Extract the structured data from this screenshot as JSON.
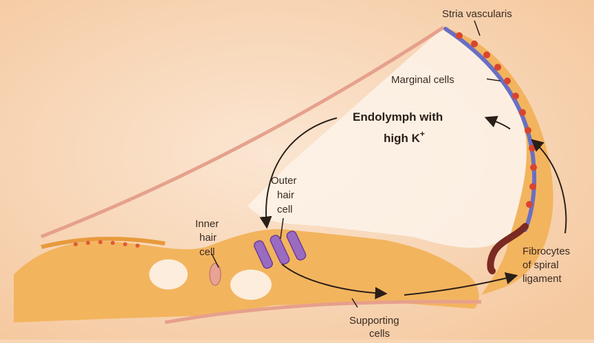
{
  "title": {
    "line1": "Endolymph with",
    "line2_prefix": "high K",
    "line2_sup": "+"
  },
  "labels": {
    "stria_vascularis": "Stria vascularis",
    "marginal_cells": "Marginal cells",
    "outer_hair_cell": [
      "Outer",
      "hair",
      "cell"
    ],
    "inner_hair_cell": [
      "Inner",
      "hair",
      "cell"
    ],
    "fibrocytes": [
      "Fibrocytes",
      "of spiral",
      "ligament"
    ],
    "supporting_cells": [
      "Supporting",
      "cells"
    ]
  },
  "colors": {
    "background": "#f8d6b4",
    "tissue": "#f3b45e",
    "tissue_dark": "#e89a3c",
    "stria_blue": "#6a6fc4",
    "stria_red": "#d8452e",
    "hair_purple": "#9b6bc2",
    "membrane": "#e6a08c",
    "arrow": "#2a1e18"
  }
}
